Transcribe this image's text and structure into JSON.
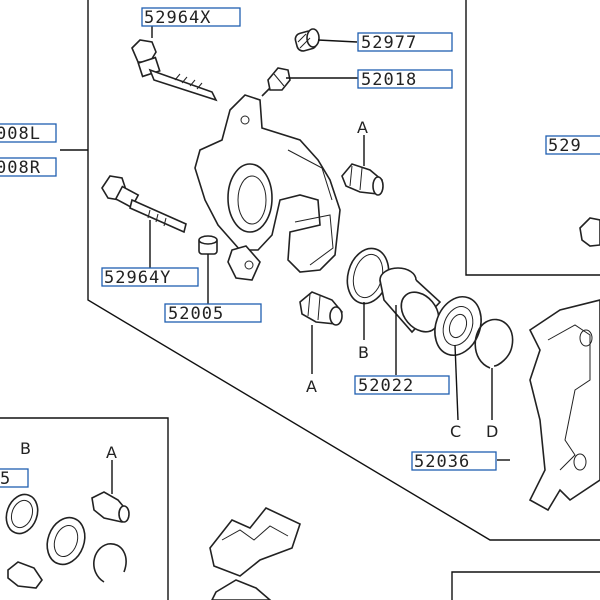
{
  "parts": {
    "p52964x": "52964X",
    "p52977": "52977",
    "p52018": "52018",
    "p52964y": "52964Y",
    "p52005": "52005",
    "p52022": "52022",
    "p52036": "52036",
    "p0081": "008L",
    "p008r": "008R",
    "p529": "529",
    "p5": "5"
  },
  "letters": {
    "a_top": "A",
    "a_bottom": "A",
    "b_mid": "B",
    "c": "C",
    "d": "D",
    "b_lower": "B",
    "a_lower": "A"
  }
}
